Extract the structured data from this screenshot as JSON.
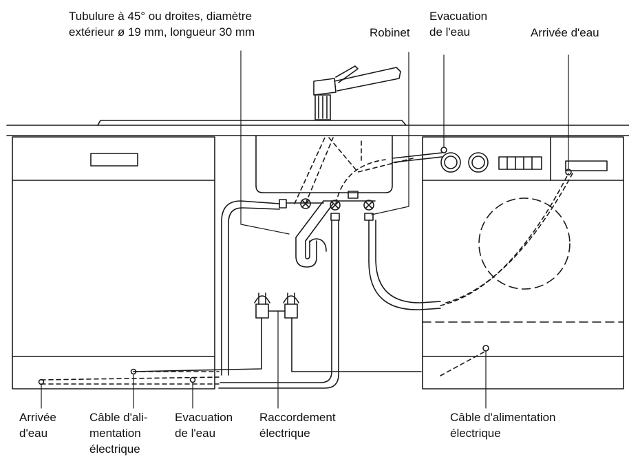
{
  "labels": {
    "tubulure": "Tubulure à 45° ou droites, diamètre\nextérieur ø 19 mm, longueur 30 mm",
    "robinet": "Robinet",
    "evacuation_top": "Evacuation\nde l'eau",
    "arrivee_top": "Arrivée d'eau",
    "arrivee_bottom": "Arrivée\nd'eau",
    "cable_left": "Câble d'ali-\nmentation\nélectrique",
    "evacuation_bottom": "Evacuation\nde l'eau",
    "raccordement": "Raccordement\nélectrique",
    "cable_right": "Câble d'alimentation\nélectrique"
  }
}
